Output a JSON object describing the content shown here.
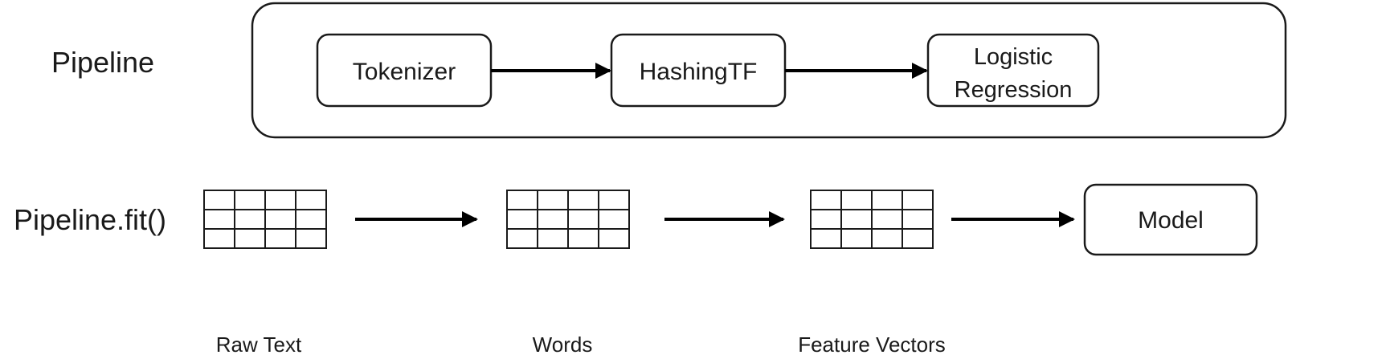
{
  "pipeline": {
    "row_label": "Pipeline",
    "stages": [
      {
        "label_lines": [
          "Tokenizer"
        ]
      },
      {
        "label_lines": [
          "HashingTF"
        ]
      },
      {
        "label_lines": [
          "Logistic",
          "Regression"
        ]
      }
    ]
  },
  "fit": {
    "row_label": "Pipeline.fit()",
    "tables": [
      {
        "caption": "Raw Text"
      },
      {
        "caption": "Words"
      },
      {
        "caption": "Feature Vectors"
      }
    ],
    "output": {
      "label": "Model"
    }
  }
}
